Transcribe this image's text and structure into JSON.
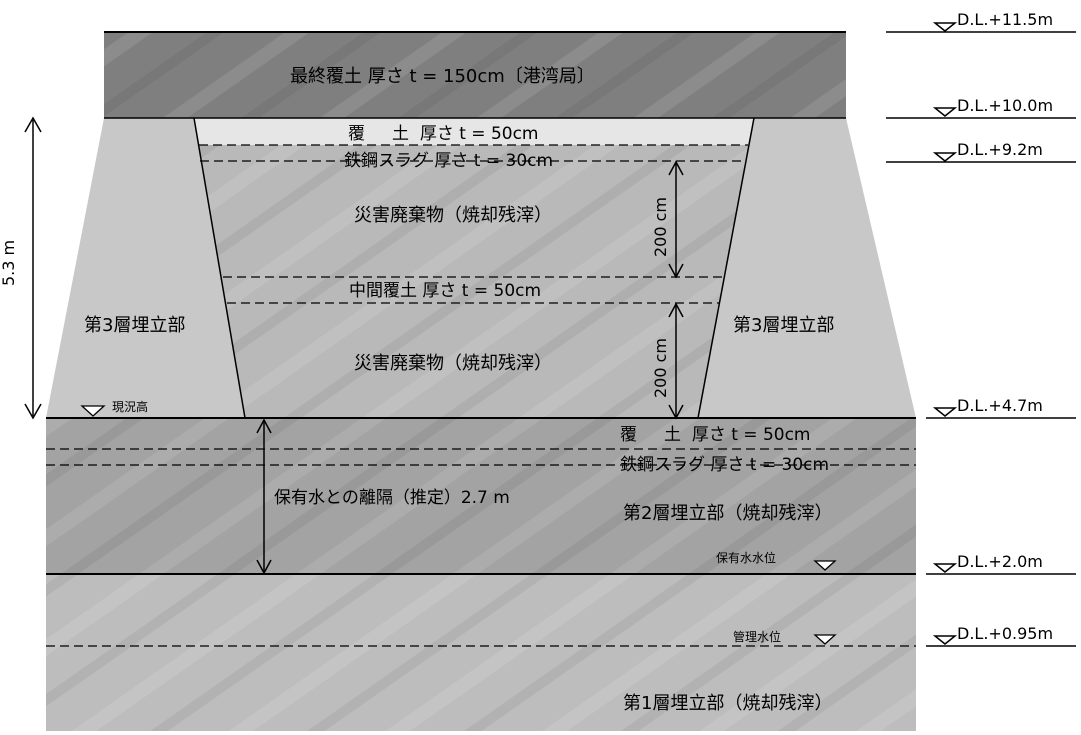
{
  "levels": {
    "dl_11_5": "D.L.+11.5m",
    "dl_10_0": "D.L.+10.0m",
    "dl_9_2": "D.L.+9.2m",
    "dl_4_7": "D.L.+4.7m",
    "dl_2_0": "D.L.+2.0m",
    "dl_0_95": "D.L.+0.95m"
  },
  "layers": {
    "final_cover": "最終覆土  厚さ t = 150cm〔港湾局〕",
    "cover_top": "覆     土  厚さ t = 50cm",
    "slag_top": "鉄鋼スラグ 厚さ t = 30cm",
    "waste_upper": "災害廃棄物（焼却残滓）",
    "mid_cover": "中間覆土  厚さ t = 50cm",
    "waste_lower": "災害廃棄物（焼却残滓）",
    "layer3_left": "第3層埋立部",
    "layer3_right": "第3層埋立部",
    "cover_l2": "覆     土  厚さ t = 50cm",
    "slag_l2": "鉄鋼スラグ 厚さ t = 30cm",
    "layer2": "第2層埋立部（焼却残滓）",
    "layer1": "第1層埋立部（焼却残滓）"
  },
  "dims": {
    "total_height": "5.3 m",
    "upper_200": "200 cm",
    "lower_200": "200 cm",
    "separation": "保有水との離隔（推定）2.7 m"
  },
  "markers": {
    "current_height": "現況高",
    "retained_water": "保有水水位",
    "managed_water": "管理水位"
  },
  "colors": {
    "final_cover": "#7f7f7f",
    "cover_band": "#e6e6e6",
    "waste_trapezoid": "#b9b9b9",
    "layer3_side": "#c8c8c8",
    "layer2": "#a3a3a3",
    "layer1": "#bdbdbd",
    "line": "#000000"
  }
}
